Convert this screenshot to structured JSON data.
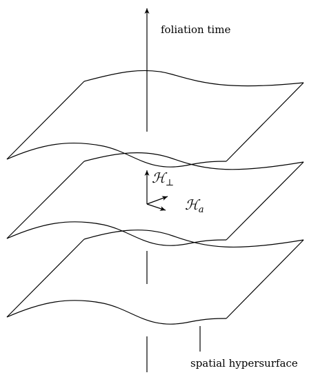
{
  "labels": {
    "axis": "foliation time",
    "hypersurface": "spatial hypersurface",
    "normal_generator": {
      "symbol": "ℋ",
      "subscript": "⊥"
    },
    "tangential_generator": {
      "symbol": "ℋ",
      "subscript": "a"
    }
  },
  "colors": {
    "stroke": "#000000",
    "background": "#ffffff"
  }
}
